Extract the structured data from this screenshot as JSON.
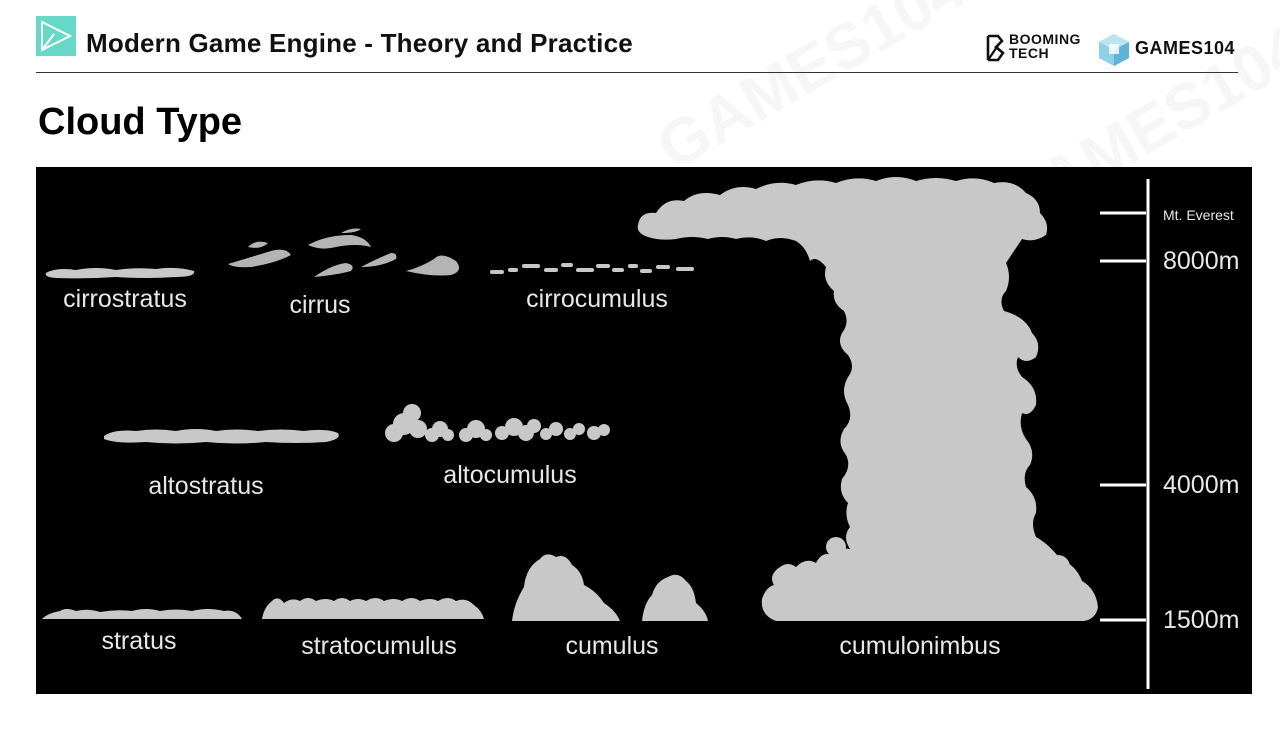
{
  "header": {
    "deck_title": "Modern Game Engine - Theory and Practice",
    "brand_left": "BOOMING TECH",
    "brand_left_line1": "BOOMING",
    "brand_left_line2": "TECH",
    "brand_right": "GAMES104"
  },
  "slide": {
    "title": "Cloud Type"
  },
  "diagram": {
    "cloud_labels": {
      "cirrostratus": "cirrostratus",
      "cirrus": "cirrus",
      "cirrocumulus": "cirrocumulus",
      "altostratus": "altostratus",
      "altocumulus": "altocumulus",
      "stratus": "stratus",
      "stratocumulus": "stratocumulus",
      "cumulus": "cumulus",
      "cumulonimbus": "cumulonimbus"
    },
    "altitude_scale": {
      "everest": "Mt. Everest",
      "high": "8000m",
      "mid": "4000m",
      "low": "1500m"
    },
    "colors": {
      "background": "#000000",
      "cloud": "#c8c8c8",
      "text": "#e8e8e8"
    }
  }
}
